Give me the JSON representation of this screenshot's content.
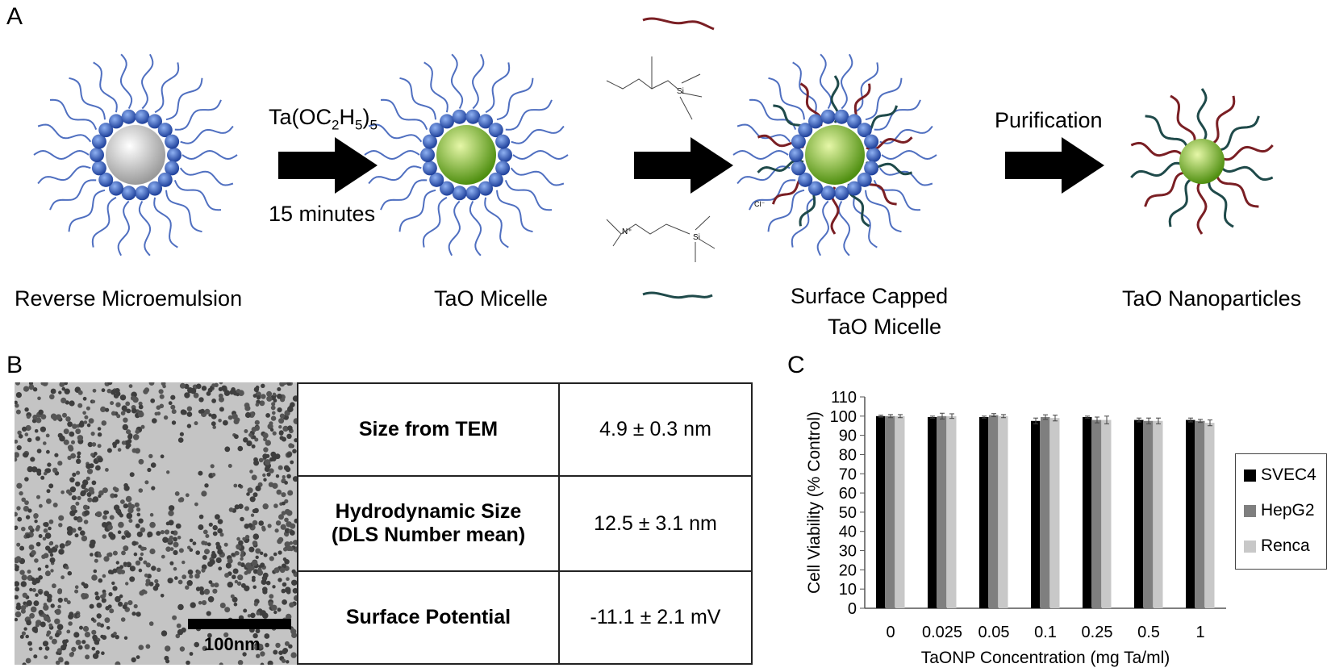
{
  "panels": {
    "a": "A",
    "b": "B",
    "c": "C"
  },
  "scheme": {
    "reverse_microemulsion": "Reverse Microemulsion",
    "reagent_main": "Ta(OC",
    "reagent_sub1": "2",
    "reagent_mid": "H",
    "reagent_sub2": "5",
    "reagent_close": ")",
    "reagent_sub3": "5",
    "time": "15 minutes",
    "tao_micelle": "TaO Micelle",
    "surface_capped_line1": "Surface Capped",
    "surface_capped_line2": "TaO Micelle",
    "purification": "Purification",
    "tao_nanoparticles": "TaO Nanoparticles",
    "silane_si": "Si",
    "ammonium_n": "N⁺",
    "chloride": "Cl⁻",
    "colors": {
      "ligand": "#4f6fc0",
      "bead": "#2a55b8",
      "core_white": "#f4f4f4",
      "core_green": "#8ccf3a",
      "red_chain": "#7a1f24",
      "teal_chain": "#1f4a4a"
    }
  },
  "tem": {
    "scale_label": "100nm"
  },
  "properties_table": {
    "rows": [
      {
        "property_line1": "Size from TEM",
        "property_line2": "",
        "value": "4.9 ± 0.3 nm"
      },
      {
        "property_line1": "Hydrodynamic Size",
        "property_line2": "(DLS Number mean)",
        "value": "12.5 ± 3.1 nm"
      },
      {
        "property_line1": "Surface Potential",
        "property_line2": "",
        "value": "-11.1 ± 2.1 mV"
      }
    ]
  },
  "chart_data": {
    "type": "bar",
    "title": "",
    "xlabel": "TaONP Concentration (mg Ta/ml)",
    "ylabel": "Cell Viability (% Control)",
    "ylim": [
      0,
      110
    ],
    "yticks": [
      0,
      10,
      20,
      30,
      40,
      50,
      60,
      70,
      80,
      90,
      100,
      110
    ],
    "categories": [
      "0",
      "0.025",
      "0.05",
      "0.1",
      "0.25",
      "0.5",
      "1"
    ],
    "series": [
      {
        "name": "SVEC4",
        "color": "#000000",
        "values": [
          100,
          99.5,
          99.5,
          97.5,
          99.5,
          98,
          98
        ],
        "errors": [
          0.5,
          0.5,
          0.5,
          1.5,
          0.5,
          1,
          1
        ]
      },
      {
        "name": "HepG2",
        "color": "#7f7f7f",
        "values": [
          100,
          100,
          100.5,
          99.5,
          98,
          97.5,
          97.5
        ],
        "errors": [
          0.8,
          1.5,
          0.8,
          1.2,
          1.5,
          1.5,
          0.8
        ]
      },
      {
        "name": "Renca",
        "color": "#c8c8c8",
        "values": [
          100,
          100,
          100,
          99,
          98,
          97.5,
          96.5
        ],
        "errors": [
          0.8,
          1.2,
          0.8,
          1.5,
          2,
          1.5,
          1.5
        ]
      }
    ],
    "legend_position": "right",
    "grid": false
  }
}
